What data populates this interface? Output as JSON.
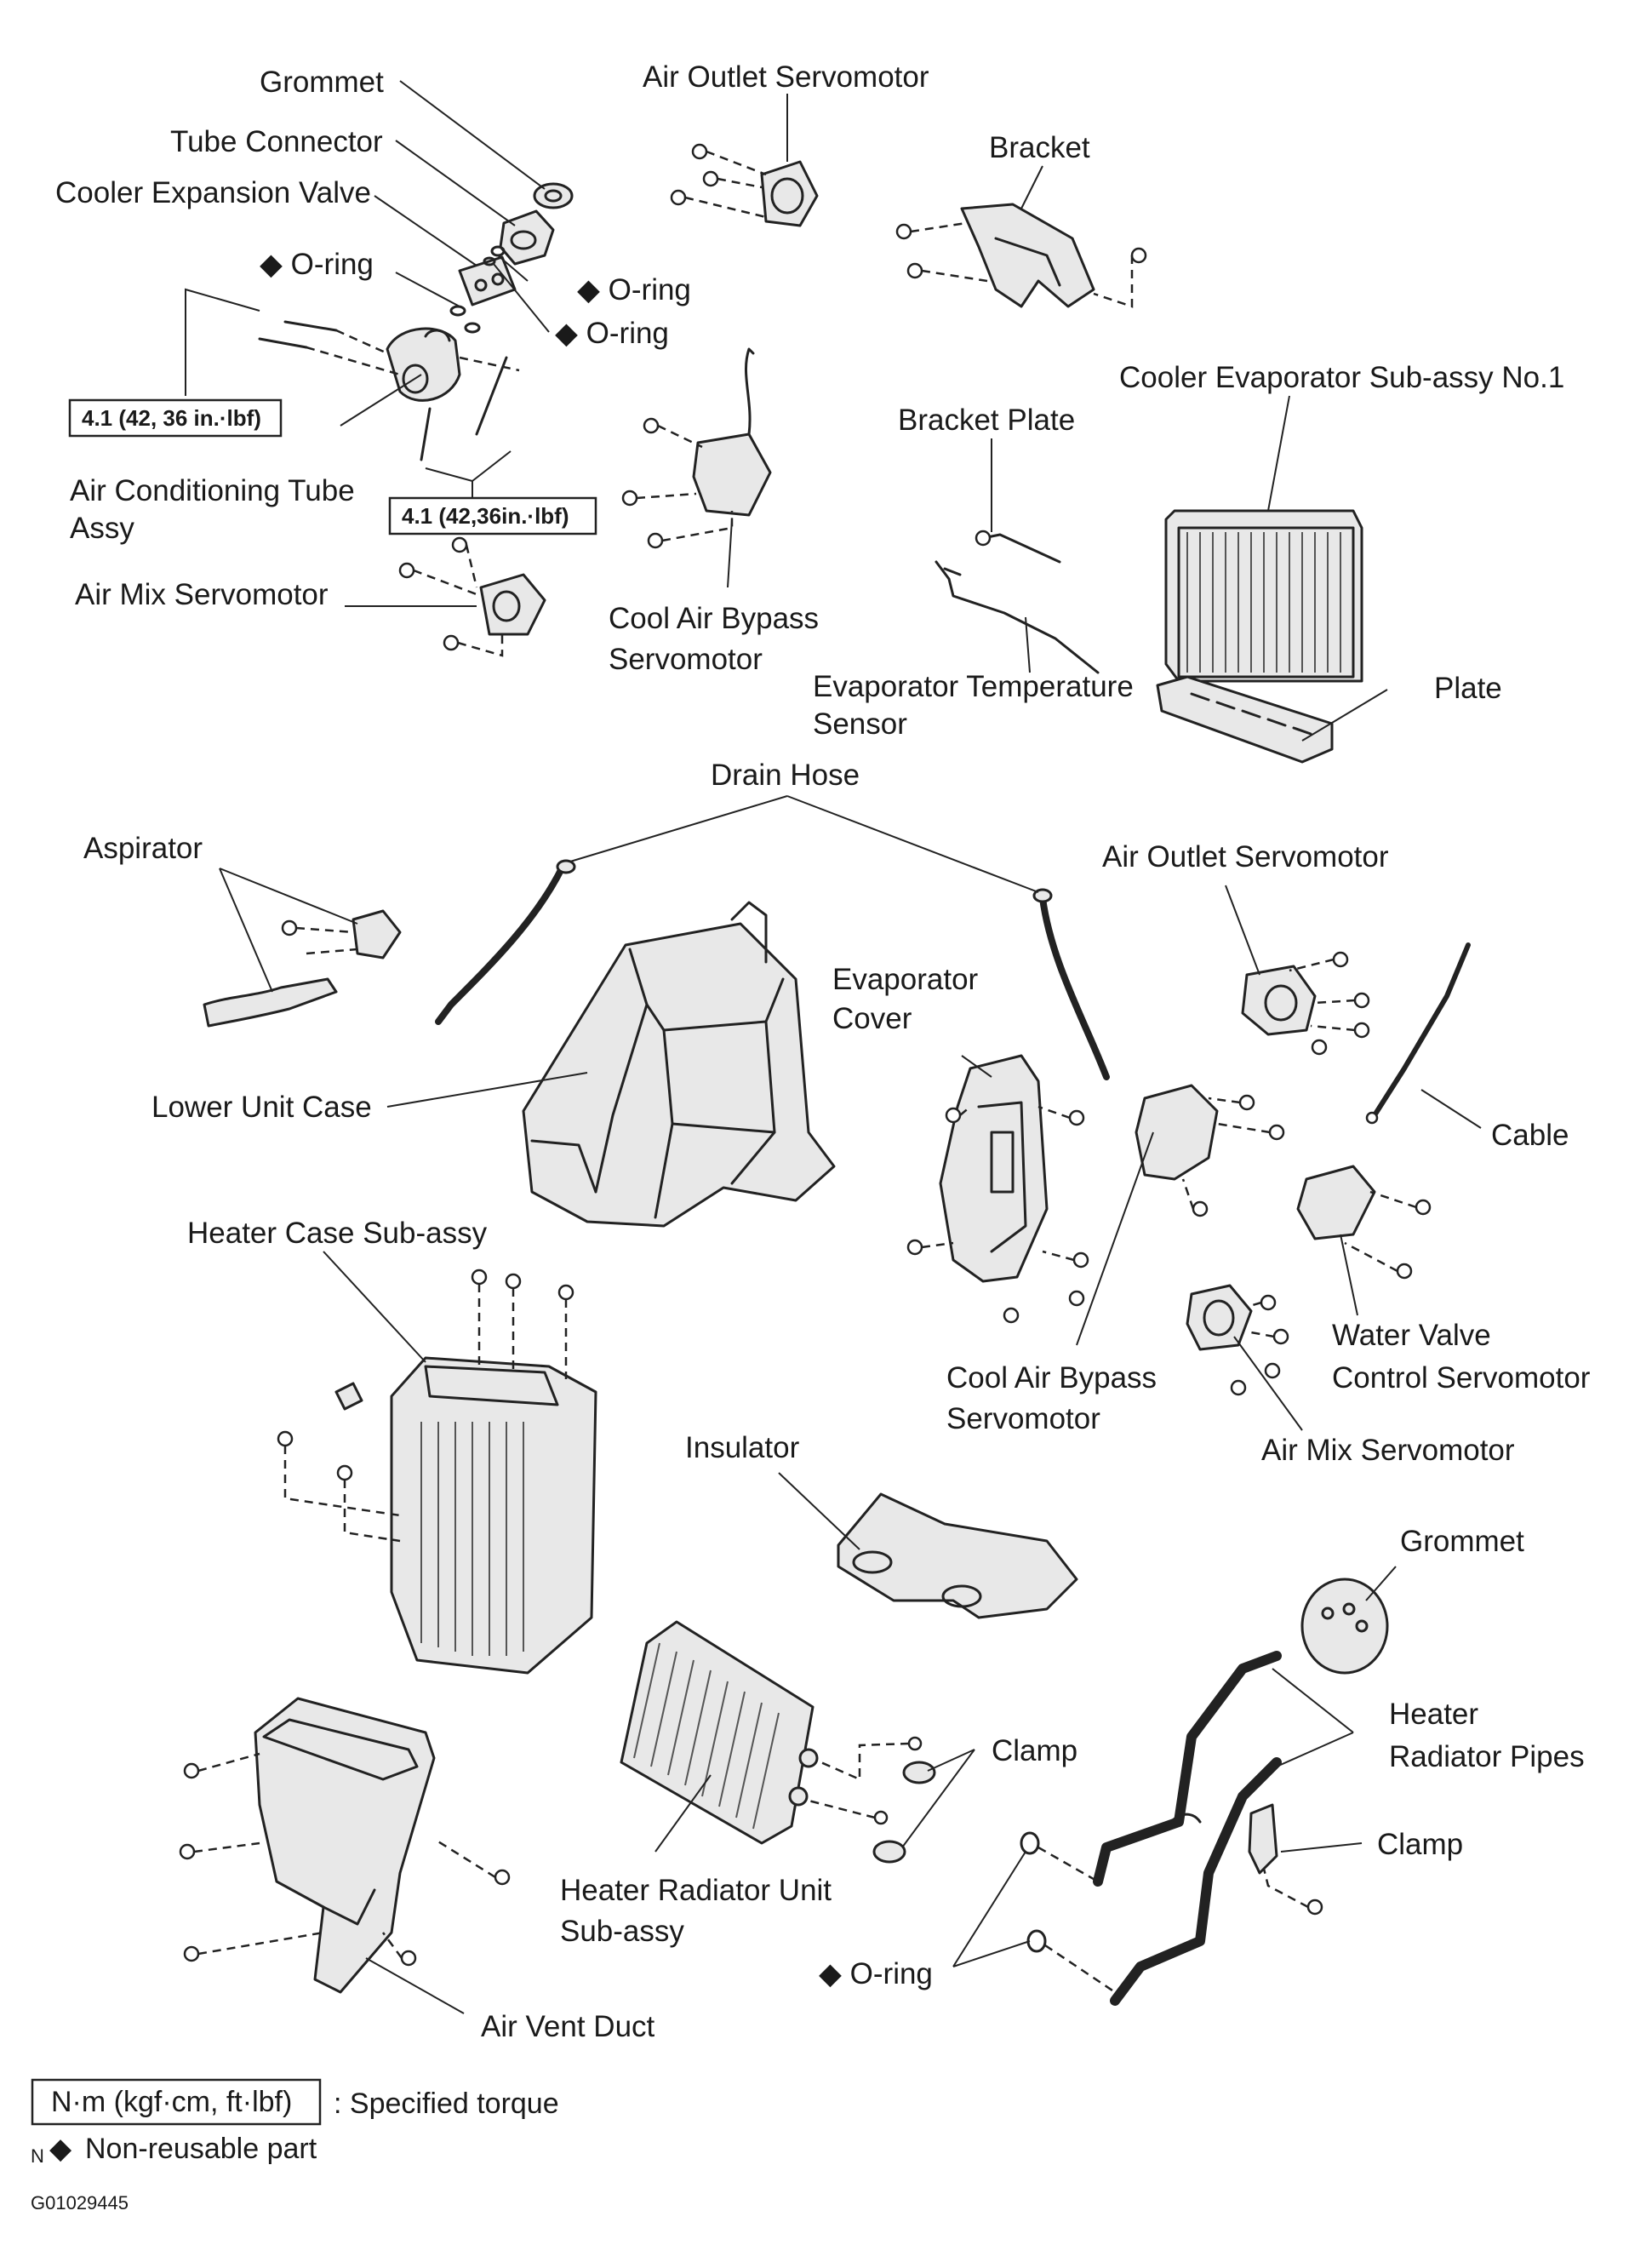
{
  "labels": {
    "grommet_top": "Grommet",
    "air_outlet_servo_top": "Air Outlet Servomotor",
    "tube_connector": "Tube Connector",
    "bracket": "Bracket",
    "cooler_expansion_valve": "Cooler Expansion Valve",
    "oring_a": "O-ring",
    "oring_b": "O-ring",
    "oring_c": "O-ring",
    "cooler_evap_line1": "Cooler Evaporator Sub-assy No.1",
    "bracket_plate": "Bracket Plate",
    "ac_tube_line1": "Air Conditioning Tube",
    "ac_tube_line2": "Assy",
    "air_mix_servo_top": "Air Mix Servomotor",
    "cool_air_bypass_top_line1": "Cool Air Bypass",
    "cool_air_bypass_top_line2": "Servomotor",
    "evap_temp_line1": "Evaporator Temperature",
    "evap_temp_line2": "Sensor",
    "plate": "Plate",
    "drain_hose": "Drain Hose",
    "aspirator": "Aspirator",
    "air_outlet_servo_mid": "Air Outlet Servomotor",
    "evap_cover_line1": "Evaporator",
    "evap_cover_line2": "Cover",
    "lower_unit_case": "Lower Unit Case",
    "cable": "Cable",
    "heater_case": "Heater Case Sub-assy",
    "water_valve_line1": "Water Valve",
    "water_valve_line2": "Control Servomotor",
    "cool_air_bypass_mid_line1": "Cool Air Bypass",
    "cool_air_bypass_mid_line2": "Servomotor",
    "air_mix_servo_mid": "Air Mix Servomotor",
    "insulator": "Insulator",
    "grommet_bottom": "Grommet",
    "heater_pipes_line1": "Heater",
    "heater_pipes_line2": "Radiator Pipes",
    "clamp_a": "Clamp",
    "clamp_b": "Clamp",
    "heater_radiator_line1": "Heater Radiator Unit",
    "heater_radiator_line2": "Sub-assy",
    "oring_bottom": "O-ring",
    "air_vent_duct": "Air Vent Duct"
  },
  "torque": {
    "spec1": "4.1 (42, 36 in.·lbf)",
    "spec2": "4.1 (42,36in.·lbf)"
  },
  "legend": {
    "torque_box": "N·m (kgf·cm, ft·lbf)",
    "torque_text": ": Specified torque",
    "nonreuse_prefix": "N",
    "nonreuse_symbol": "◆",
    "nonreuse_text": "Non-reusable part"
  },
  "figure_code": "G01029445",
  "symbols": {
    "diamond": "◆"
  }
}
